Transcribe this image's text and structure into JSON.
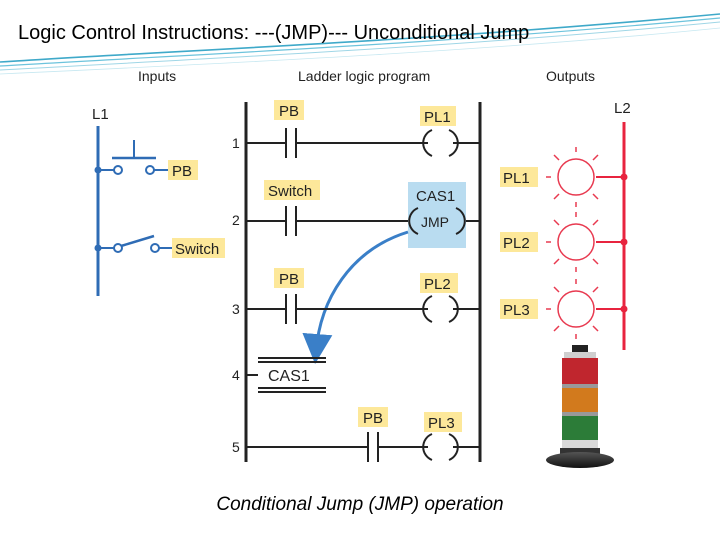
{
  "title": "Logic Control Instructions: ---(JMP)--- Unconditional Jump",
  "caption": "Conditional Jump (JMP) operation",
  "headings": {
    "inputs": "Inputs",
    "ladder": "Ladder logic program",
    "outputs": "Outputs"
  },
  "rails": {
    "left_input": "L1",
    "right_output": "L2"
  },
  "inputs": {
    "pb": "PB",
    "switch": "Switch"
  },
  "rungs": [
    {
      "number": "1",
      "contact": "PB",
      "output": "PL1"
    },
    {
      "number": "2",
      "contact": "Switch",
      "output_tag": "CAS1",
      "output_text": "JMP"
    },
    {
      "number": "3",
      "contact": "PB",
      "output": "PL2"
    },
    {
      "number": "4",
      "label": "CAS1"
    },
    {
      "number": "5",
      "contact": "PB",
      "output": "PL3"
    }
  ],
  "outputs": [
    "PL1",
    "PL2",
    "PL3"
  ],
  "colors": {
    "blue_wire": "#2f6cb5",
    "red_wire": "#e8243f",
    "label_fill": "#fde89a",
    "jmp_highlight": "#b9dcf0",
    "lamp": "#e83a50",
    "arrow": "#3a7fc8"
  }
}
